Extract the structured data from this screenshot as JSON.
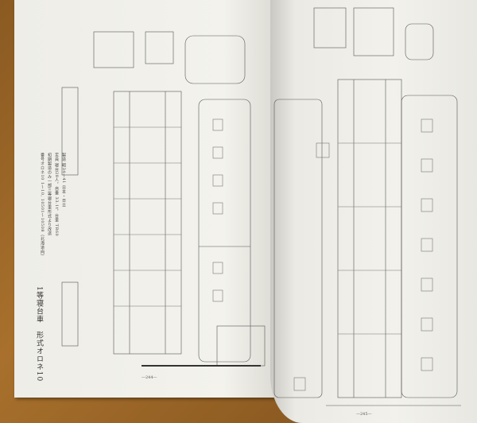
{
  "left_page": {
    "title": "1等寝台車　形式オロネ10",
    "spec_lines": [
      "番号オロネ10 1〜10, 10501〜10508（北海道向）",
      "初期製造のみ一部三等寝台車形式より改造",
      "定員 寝台28人，自重 33.1t，台車 TR60",
      "製造 昭34〜41 日本・日立"
    ],
    "page_number": "—244—"
  },
  "right_page": {
    "page_number": "—245—"
  }
}
